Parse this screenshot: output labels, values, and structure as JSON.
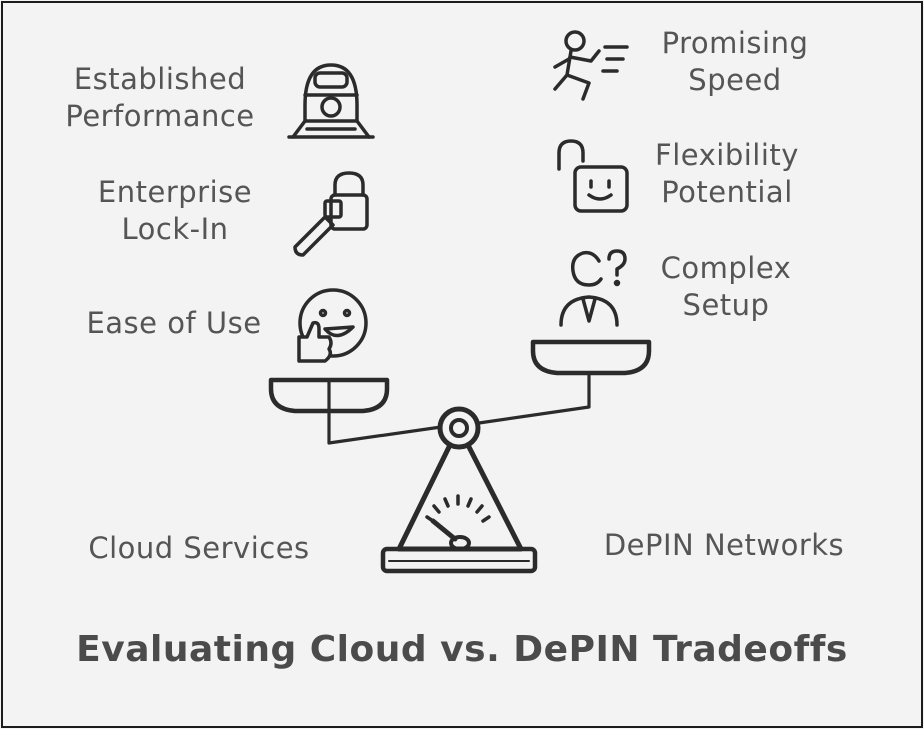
{
  "title": "Evaluating Cloud vs. DePIN Tradeoffs",
  "left_side": {
    "name": "Cloud Services",
    "factors": [
      "Established\nPerformance",
      "Enterprise\nLock-In",
      "Ease of Use"
    ]
  },
  "right_side": {
    "name": "DePIN Networks",
    "factors": [
      "Promising\nSpeed",
      "Flexibility\nPotential",
      "Complex\nSetup"
    ]
  },
  "icons": {
    "established_performance": "train-icon",
    "enterprise_lock_in": "key-lock-icon",
    "ease_of_use": "thumbs-up-smiley-icon",
    "promising_speed": "running-person-icon",
    "flexibility_potential": "open-padlock-smile-icon",
    "complex_setup": "confused-person-icon",
    "scale": "balance-scale-icon",
    "gauge": "gauge-meter-icon"
  },
  "colors": {
    "stroke": "#2b2b2b",
    "text": "#555555",
    "title": "#4b4b4b",
    "background": "#f3f3f3"
  }
}
